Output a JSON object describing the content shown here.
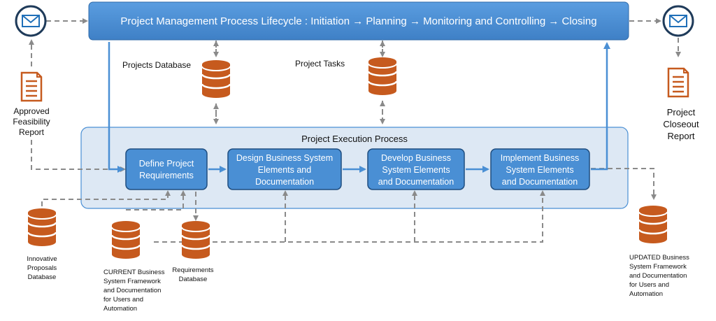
{
  "header": {
    "title": "Project Management Process Lifecycle : Initiation → Planning → Monitoring and Controlling → Closing"
  },
  "execution": {
    "title": "Project Execution Process",
    "steps": [
      {
        "line1": "Define Project",
        "line2": "Requirements"
      },
      {
        "line1": "Design Business System",
        "line2": "Elements and",
        "line3": "Documentation"
      },
      {
        "line1": "Develop Business",
        "line2": "System Elements",
        "line3": "and Documentation"
      },
      {
        "line1": "Implement Business",
        "line2": "System Elements",
        "line3": "and Documentation"
      }
    ]
  },
  "databases": {
    "projects": "Projects Database",
    "tasks": "Project Tasks",
    "innovative": [
      "Innovative",
      "Proposals",
      "Database"
    ],
    "current": [
      "CURRENT  Business",
      "System Framework",
      "and Documentation",
      "for Users and",
      "Automation"
    ],
    "requirements": [
      "Requirements",
      "Database"
    ],
    "updated": [
      "UPDATED  Business",
      "System Framework",
      "and Documentation",
      "for Users and",
      "Automation"
    ]
  },
  "documents": {
    "feasibility": [
      "Approved",
      "Feasibility",
      "Report"
    ],
    "closeout": [
      "Project",
      "Closeout",
      "Report"
    ]
  },
  "colors": {
    "process_blue": "#4a8fd4",
    "execution_bg": "#dde8f4",
    "database_orange": "#c65a1e",
    "arrow_gray": "#8a8a8a",
    "mail_navy": "#1f3b5a"
  }
}
